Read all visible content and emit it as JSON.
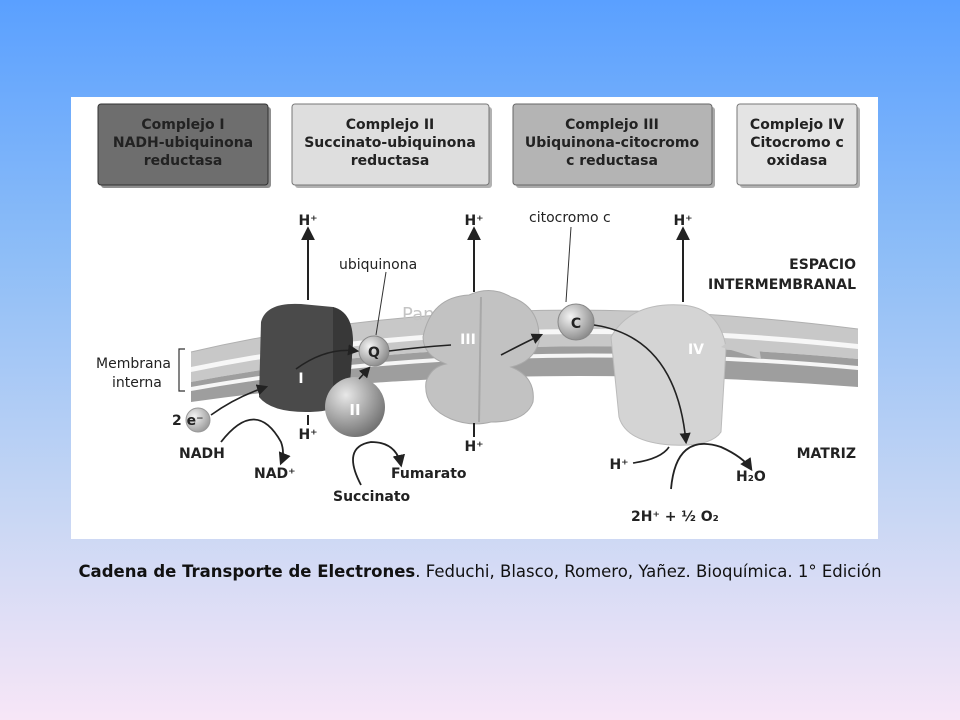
{
  "complexes": [
    {
      "lines": [
        "Complejo I",
        "NADH-ubiquinona",
        "reductasa"
      ],
      "fill": "#6e6e6e"
    },
    {
      "lines": [
        "Complejo II",
        "Succinato-ubiquinona",
        "reductasa"
      ],
      "fill": "#dedede"
    },
    {
      "lines": [
        "Complejo III",
        "Ubiquinona-citocromo",
        "c reductasa"
      ],
      "fill": "#b4b4b4"
    },
    {
      "lines": [
        "Complejo IV",
        "Citocromo c",
        "oxidasa"
      ],
      "fill": "#e4e4e4"
    }
  ],
  "labels": {
    "h_plus": "H⁺",
    "ubiquinona": "ubiquinona",
    "citocromo": "citocromo c",
    "espacio_1": "ESPACIO",
    "espacio_2": "INTERMEMBRANAL",
    "membrana_1": "Membrana",
    "membrana_2": "interna",
    "electrons": "2 e⁻",
    "nadh": "NADH",
    "nad": "NAD⁺",
    "succinato": "Succinato",
    "fumarato": "Fumarato",
    "matriz": "MATRIZ",
    "h2o": "H₂O",
    "oxygen": "2H⁺ + ½ O₂",
    "watermark": "Panamericana"
  },
  "proteins": {
    "c1": "I",
    "c2": "II",
    "c3": "III",
    "c4": "IV",
    "q": "Q",
    "c": "C"
  },
  "caption": {
    "bold": "Cadena de Transporte de Electrones",
    "rest": ". Feduchi, Blasco, Romero, Yañez. Bioquímica. 1° Edición"
  }
}
